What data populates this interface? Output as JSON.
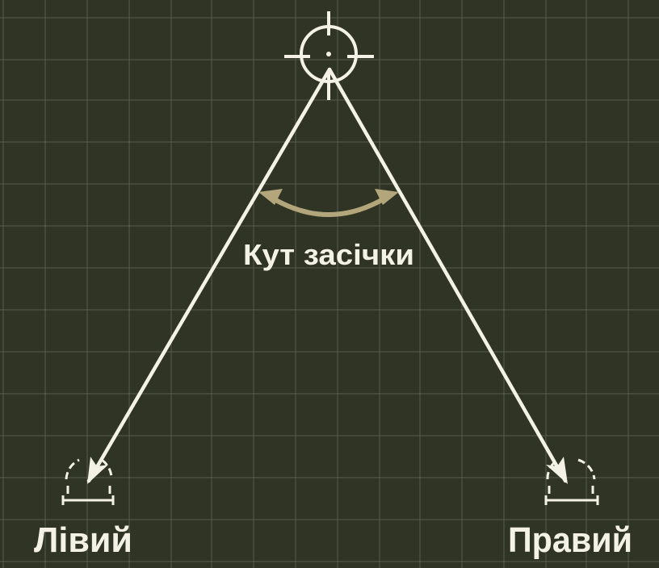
{
  "diagram": {
    "angle_label": "Кут засічки",
    "left_label": "Лівий",
    "right_label": "Правий",
    "icons": {
      "target": "crosshair-icon",
      "left_observer": "observer-post-icon",
      "right_observer": "observer-post-icon",
      "angle_arc": "double-arrow-arc-icon"
    },
    "colors": {
      "background": "#303425",
      "grid": "#5c6150",
      "lines": "#f4f1e6",
      "arc": "#b3a67a"
    }
  }
}
